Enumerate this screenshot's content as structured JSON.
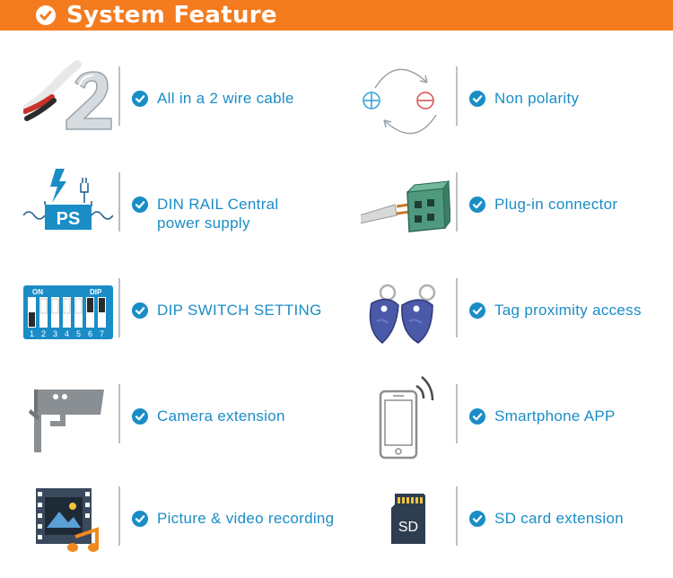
{
  "header": {
    "title": "System Feature"
  },
  "features": [
    {
      "label": "All in a 2 wire cable",
      "icon": "two-wire-cable-icon"
    },
    {
      "label": "Non polarity",
      "icon": "non-polarity-icon"
    },
    {
      "label": "DIN RAIL Central",
      "label2": "power supply",
      "icon": "power-supply-icon",
      "badge": "PS"
    },
    {
      "label": "Plug-in connector",
      "icon": "plug-in-connector-icon"
    },
    {
      "label": "DIP SWITCH SETTING",
      "icon": "dip-switch-icon",
      "on_text": "ON",
      "dip_text": "DIP",
      "numbers": [
        "1",
        "2",
        "3",
        "4",
        "5",
        "6",
        "7"
      ]
    },
    {
      "label": "Tag proximity access",
      "icon": "rfid-tag-icon"
    },
    {
      "label": "Camera extension",
      "icon": "camera-icon"
    },
    {
      "label": "Smartphone APP",
      "icon": "smartphone-icon"
    },
    {
      "label": "Picture & video recording",
      "icon": "video-recording-icon"
    },
    {
      "label": "SD card extension",
      "icon": "sd-card-icon",
      "badge": "SD"
    }
  ],
  "colors": {
    "accent": "#1a8dc6",
    "header": "#f47b1e",
    "divider": "#bfbfbf"
  }
}
